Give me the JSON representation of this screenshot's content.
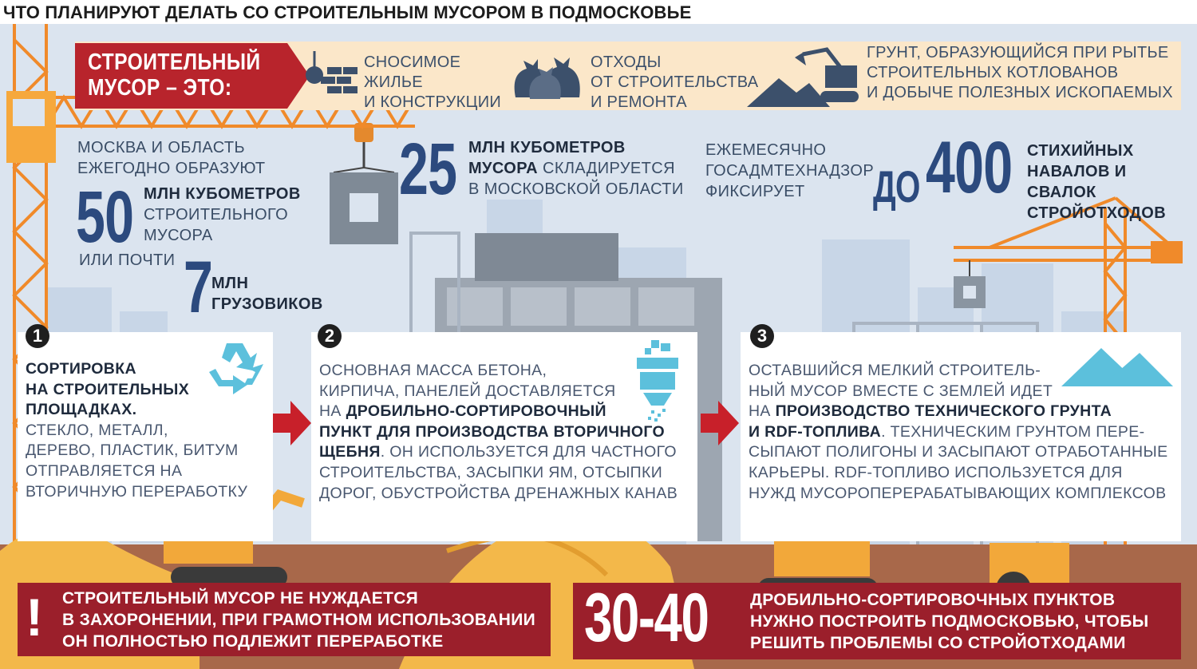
{
  "title": "ЧТО ПЛАНИРУЮТ ДЕЛАТЬ СО СТРОИТЕЛЬНЫМ МУСОРОМ В ПОДМОСКОВЬЕ",
  "definition": {
    "label_line1": "СТРОИТЕЛЬНЫЙ",
    "label_line2": "МУСОР – ЭТО:",
    "items": [
      {
        "icon": "wrecking-ball-icon",
        "lines": [
          "СНОСИМОЕ",
          "ЖИЛЬЕ",
          "И КОНСТРУКЦИИ"
        ]
      },
      {
        "icon": "garbage-bags-icon",
        "lines": [
          "ОТХОДЫ",
          "ОТ СТРОИТЕЛЬСТВА",
          "И РЕМОНТА"
        ]
      },
      {
        "icon": "excavator-icon",
        "lines": [
          "ГРУНТ, ОБРАЗУЮЩИЙСЯ ПРИ РЫТЬЕ",
          "СТРОИТЕЛЬНЫХ КОТЛОВАНОВ",
          "И ДОБЫЧЕ ПОЛЕЗНЫХ ИСКОПАЕМЫХ"
        ]
      }
    ]
  },
  "stats": {
    "moscow": {
      "intro_line1": "МОСКВА И ОБЛАСТЬ",
      "intro_line2": "ЕЖЕГОДНО ОБРАЗУЮТ",
      "value": "50",
      "unit_line1": "МЛН КУБОМЕТРОВ",
      "unit_line2": "СТРОИТЕЛЬНОГО",
      "unit_line3": "МУСОРА",
      "or_text": "ИЛИ ПОЧТИ",
      "trucks_value": "7",
      "trucks_line1": "МЛН",
      "trucks_line2": "ГРУЗОВИКОВ"
    },
    "stored": {
      "value": "25",
      "line1": "МЛН КУБОМЕТРОВ",
      "line2_bold": "МУСОРА",
      "line2_rest": " СКЛАДИРУЕТСЯ",
      "line3": "В МОСКОВСКОЙ ОБЛАСТИ"
    },
    "dumps": {
      "intro_line1": "ЕЖЕМЕСЯЧНО",
      "intro_line2": "ГОСАДМТЕХНАДЗОР",
      "intro_line3": "ФИКСИРУЕТ",
      "prefix": "ДО",
      "value": "400",
      "line1": "СТИХИЙНЫХ",
      "line2": "НАВАЛОВ И СВАЛОК",
      "line3": "СТРОЙОТХОДОВ"
    }
  },
  "steps": [
    {
      "number": "1",
      "icon": "recycle-icon",
      "bold_lines": [
        "СОРТИРОВКА",
        "НА СТРОИТЕЛЬНЫХ",
        "ПЛОЩАДКАХ."
      ],
      "lines": [
        "СТЕКЛО, МЕТАЛЛ,",
        "ДЕРЕВО, ПЛАСТИК, БИТУМ",
        "ОТПРАВЛЯЕТСЯ НА",
        "ВТОРИЧНУЮ ПЕРЕРАБОТКУ"
      ]
    },
    {
      "number": "2",
      "icon": "crusher-icon",
      "line1": "ОСНОВНАЯ МАССА БЕТОНА,",
      "line2": "КИРПИЧА, ПАНЕЛЕЙ ДОСТАВЛЯЕТСЯ",
      "line3_prefix": "НА ",
      "line3_bold": "ДРОБИЛЬНО-СОРТИРОВОЧНЫЙ",
      "line4_bold": "ПУНКТ ДЛЯ ПРОИЗВОДСТВА ВТОРИЧНОГО",
      "line5_bold": "ЩЕБНЯ",
      "line5_rest": ". ОН ИСПОЛЬЗУЕТСЯ ДЛЯ ЧАСТНОГО",
      "line6": "СТРОИТЕЛЬСТВА, ЗАСЫПКИ ЯМ, ОТСЫПКИ",
      "line7": "ДОРОГ, ОБУСТРОЙСТВА ДРЕНАЖНЫХ КАНАВ"
    },
    {
      "number": "3",
      "icon": "soil-piles-icon",
      "line1": "ОСТАВШИЙСЯ МЕЛКИЙ СТРОИТЕЛЬ-",
      "line2": "НЫЙ МУСОР ВМЕСТЕ С ЗЕМЛЕЙ ИДЕТ",
      "line3_prefix": "НА ",
      "line3_bold": "ПРОИЗВОДСТВО ТЕХНИЧЕСКОГО ГРУНТА",
      "line4_bold": "И RDF-ТОПЛИВА",
      "line4_rest": ". ТЕХНИЧЕСКИМ ГРУНТОМ ПЕРЕ-",
      "line5": "СЫПАЮТ ПОЛИГОНЫ И ЗАСЫПАЮТ ОТРАБОТАННЫЕ",
      "line6": "КАРЬЕРЫ. RDF-ТОПЛИВО ИСПОЛЬЗУЕТСЯ ДЛЯ",
      "line7": "НУЖД МУСОРОПЕРЕРАБАТЫВАЮЩИХ КОМПЛЕКСОВ"
    }
  ],
  "footer_left": {
    "mark": "!",
    "lines": [
      "СТРОИТЕЛЬНЫЙ МУСОР НЕ НУЖДАЕТСЯ",
      "В ЗАХОРОНЕНИИ, ПРИ ГРАМОТНОМ ИСПОЛЬЗОВАНИИ",
      "ОН ПОЛНОСТЬЮ ПОДЛЕЖИТ ПЕРЕРАБОТКЕ"
    ]
  },
  "footer_right": {
    "value": "30-40",
    "lines": [
      "ДРОБИЛЬНО-СОРТИРОВОЧНЫХ ПУНКТОВ",
      "НУЖНО ПОСТРОИТЬ ПОДМОСКОВЬЮ, ЧТОБЫ",
      "РЕШИТЬ ПРОБЛЕМЫ СО СТРОЙОТХОДАМИ"
    ]
  },
  "colors": {
    "accent_red": "#b8242c",
    "footer_red": "#9b1f2b",
    "stat_blue": "#2c4a7e",
    "crane_orange": "#f08a2a",
    "sky": "#dbe4ef",
    "banner_cream": "#fbe7c9",
    "ground": "#a8684a",
    "sand": "#f3b84a"
  }
}
